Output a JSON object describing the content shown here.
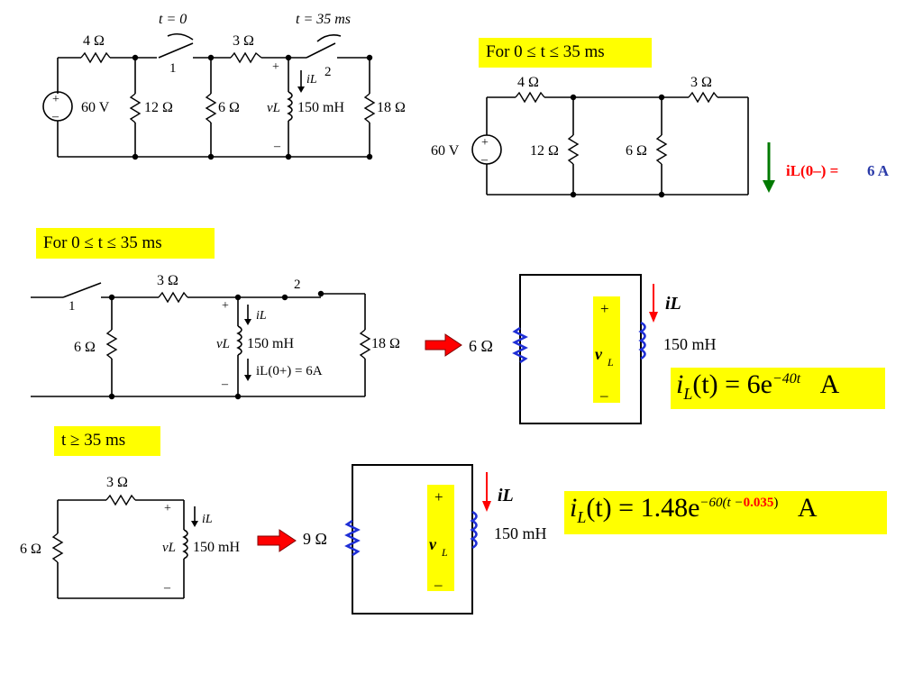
{
  "labels": {
    "box1": "For 0 ≤ t ≤ 35 ms",
    "box2": "For 0 ≤ t ≤ 35  ms",
    "box3": "t ≥ 35  ms"
  },
  "circuit_full": {
    "r4": "4 Ω",
    "r12": "12 Ω",
    "r6": "6 Ω",
    "r3": "3 Ω",
    "r18": "18 Ω",
    "source": "60 V",
    "inductor": "150 mH",
    "switch1_time": "t = 0",
    "switch2_time": "t = 35 ms",
    "switch1_num": "1",
    "switch2_num": "2",
    "iL": "iL",
    "vL": "vL",
    "plus": "+",
    "minus": "–"
  },
  "circuit_dc": {
    "r4": "4 Ω",
    "r3": "3 Ω",
    "r12": "12 Ω",
    "r6": "6 Ω",
    "source": "60 V",
    "plus": "+",
    "minus": "–",
    "iL0_label": "iL(0–) =",
    "iL0_value": "6 A"
  },
  "circuit_mid": {
    "r3": "3 Ω",
    "r6": "6 Ω",
    "r18": "18 Ω",
    "inductor": "150 mH",
    "switch1_num": "1",
    "switch2_num": "2",
    "iL": "iL",
    "vL": "vL",
    "iL0plus": "iL(0+) = 6A",
    "plus": "+",
    "minus": "–"
  },
  "equiv1": {
    "resistor": "6 Ω",
    "inductor": "150 mH",
    "iL": "iL",
    "v": "v",
    "vsub": "L",
    "plus": "+",
    "minus": "–",
    "equation": {
      "lhs": "i",
      "lhs_sub": "L",
      "arg": "(t) = 6e",
      "exp": "−40t",
      "unit": "A"
    }
  },
  "circuit_late": {
    "r3": "3 Ω",
    "r6": "6 Ω",
    "inductor": "150 mH",
    "iL": "iL",
    "vL": "vL",
    "plus": "+",
    "minus": "–"
  },
  "equiv2": {
    "resistor": "9 Ω",
    "inductor": "150 mH",
    "iL": "iL",
    "v": "v",
    "vsub": "L",
    "plus": "+",
    "minus": "–",
    "equation": {
      "lhs": "i",
      "lhs_sub": "L",
      "arg": "(t) = 1.48e",
      "exp_pre": "−60(t −",
      "exp_red": "0.035",
      "exp_post": ")",
      "unit": "A"
    }
  },
  "colors": {
    "highlight": "#ffff00",
    "arrow_red": "#ff0000",
    "arrow_green": "#007a00",
    "resistor_blue": "#1f2fd6",
    "text_blue": "#2a3aa8"
  }
}
